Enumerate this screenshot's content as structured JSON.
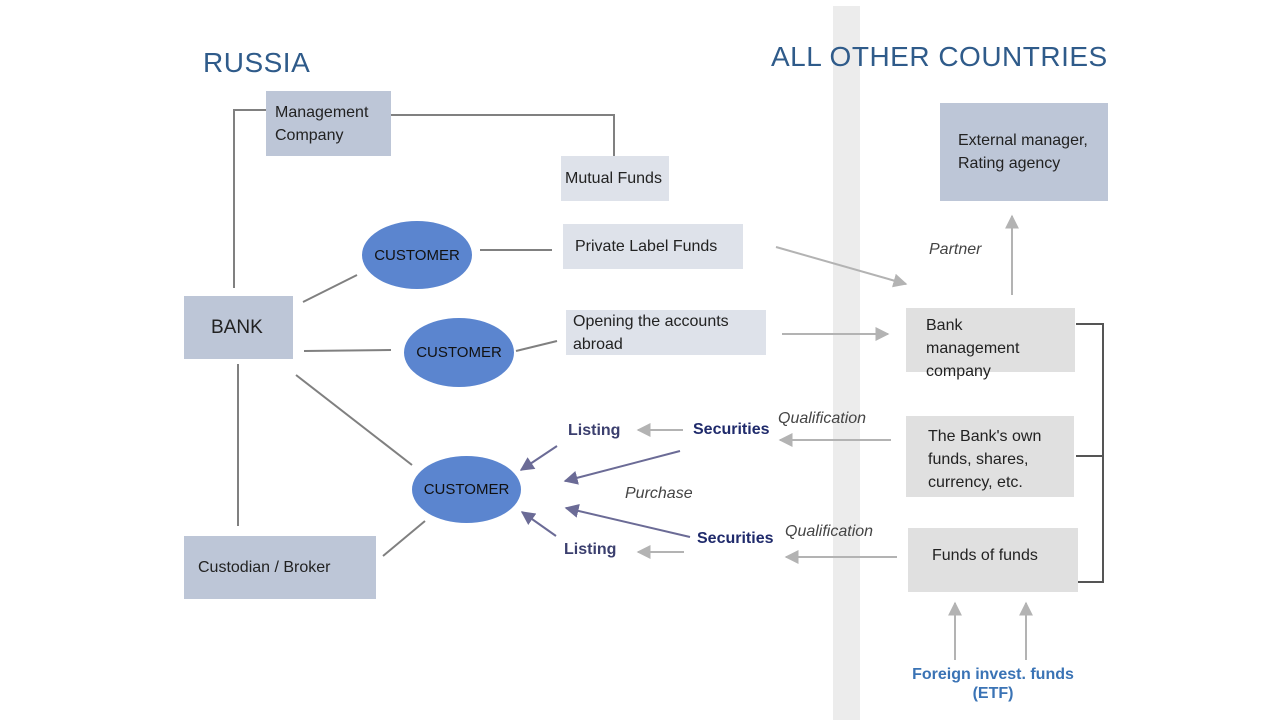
{
  "headings": {
    "left": "RUSSIA",
    "right": "ALL OTHER COUNTRIES"
  },
  "boxes": {
    "management_company": "Management Company",
    "mutual_funds": "Mutual Funds",
    "private_label_funds": "Private Label Funds",
    "opening_accounts": "Opening the accounts abroad",
    "bank": "BANK",
    "custodian_broker": "Custodian / Broker",
    "external_manager": "External manager, Rating agency",
    "bank_management_company": "Bank management company",
    "banks_own_funds": "The Bank's own funds, shares, currency, etc.",
    "funds_of_funds": "Funds of funds"
  },
  "customers": [
    "CUSTOMER",
    "CUSTOMER",
    "CUSTOMER"
  ],
  "labels": {
    "partner": "Partner",
    "qualification_top": "Qualification",
    "qualification_bottom": "Qualification",
    "purchase": "Purchase",
    "securities_top": "Securities",
    "securities_bottom": "Securities",
    "listing_top": "Listing",
    "listing_bottom": "Listing",
    "foreign_funds_line1": "Foreign invest. funds",
    "foreign_funds_line2": "(ETF)"
  },
  "colors": {
    "heading": "#2f5b8a",
    "box_blue": "#bdc6d7",
    "box_light": "#dee2ea",
    "box_grey": "#e0e0e0",
    "customer_ellipse": "#5b85cf",
    "connector": "#808080",
    "arrow_light": "#b3b3b3",
    "arrow_purple": "#6b6b96"
  }
}
